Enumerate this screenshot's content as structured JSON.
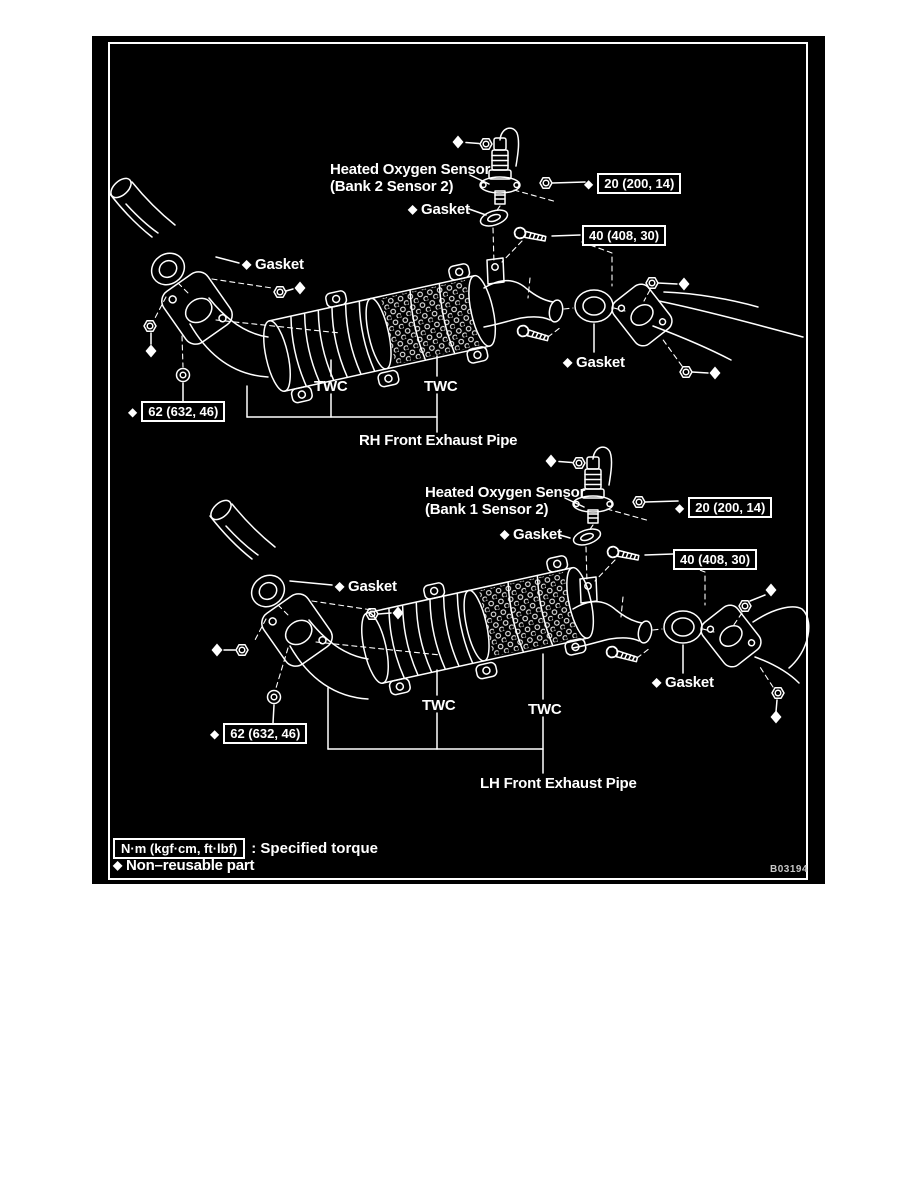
{
  "figure": {
    "code": "B03194"
  },
  "symbols": {
    "non_reusable": "◆"
  },
  "legend": {
    "torque_unit": "N·m (kgf·cm, ft·lbf)",
    "torque_note": ": Specified torque",
    "non_reusable_note": "Non–reusable part"
  },
  "rh": {
    "sensor_label_line1": "Heated Oxygen Sensor",
    "sensor_label_line2": "(Bank 2 Sensor 2)",
    "sensor_gasket": "Gasket",
    "left_gasket": "Gasket",
    "right_gasket": "Gasket",
    "sensor_torque": "20 (200, 14)",
    "flange_torque": "40 (408, 30)",
    "manifold_torque": "62 (632, 46)",
    "twc_front": "TWC",
    "twc_rear": "TWC",
    "pipe_name": "RH Front Exhaust Pipe"
  },
  "lh": {
    "sensor_label_line1": "Heated Oxygen Sensor",
    "sensor_label_line2": "(Bank 1 Sensor 2)",
    "sensor_gasket": "Gasket",
    "left_gasket": "Gasket",
    "right_gasket": "Gasket",
    "sensor_torque": "20 (200, 14)",
    "flange_torque": "40 (408, 30)",
    "manifold_torque": "62 (632, 46)",
    "twc_front": "TWC",
    "twc_rear": "TWC",
    "pipe_name": "LH Front Exhaust Pipe"
  }
}
